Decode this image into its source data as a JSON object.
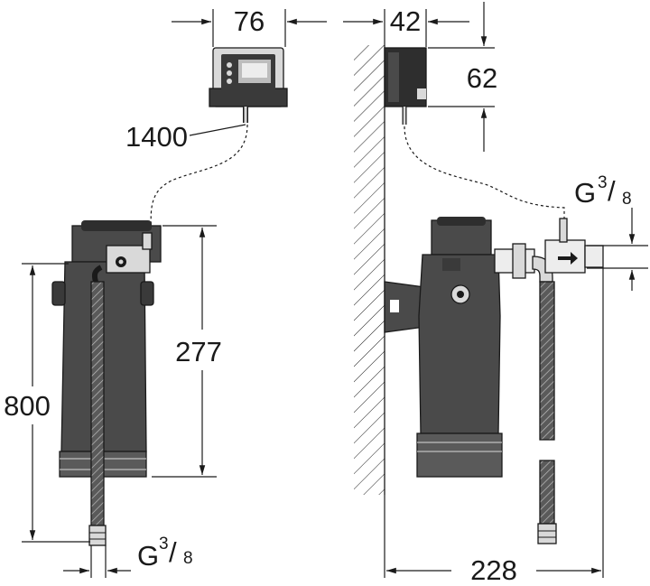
{
  "dimensions": {
    "control_width": "76",
    "control_depth": "42",
    "control_height": "62",
    "cable_length": "1400",
    "filter_connection_height": "277",
    "overall_height": "800",
    "wall_offset": "228"
  },
  "threads": {
    "inlet_side": {
      "letter": "G",
      "numerator": "3",
      "denominator": "8"
    },
    "outlet_front": {
      "letter": "G",
      "numerator": "3",
      "denominator": "8"
    }
  },
  "colors": {
    "line": "#1a1a1a",
    "body_fill": "#4a4a4a",
    "dark_fill": "#2e2e2e",
    "light_fill": "#d9d9d9",
    "background": "#ffffff"
  }
}
